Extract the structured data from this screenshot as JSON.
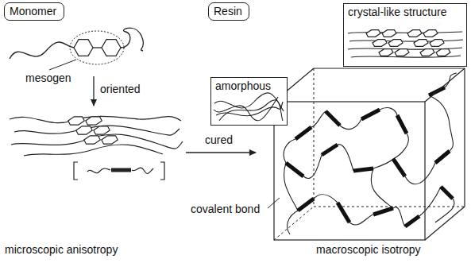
{
  "diagram": {
    "nodes": [
      {
        "text": [
          "Monomer"
        ]
      },
      {
        "text": [
          "Resin"
        ]
      },
      {
        "text": [
          "amorphous"
        ]
      },
      {
        "text": [
          "crystal-like structure"
        ]
      }
    ],
    "labels": [
      "mesogen",
      "oriented",
      "cured",
      "covalent bond",
      "microscopic anisotropy",
      "macroscopic isotropy"
    ]
  }
}
